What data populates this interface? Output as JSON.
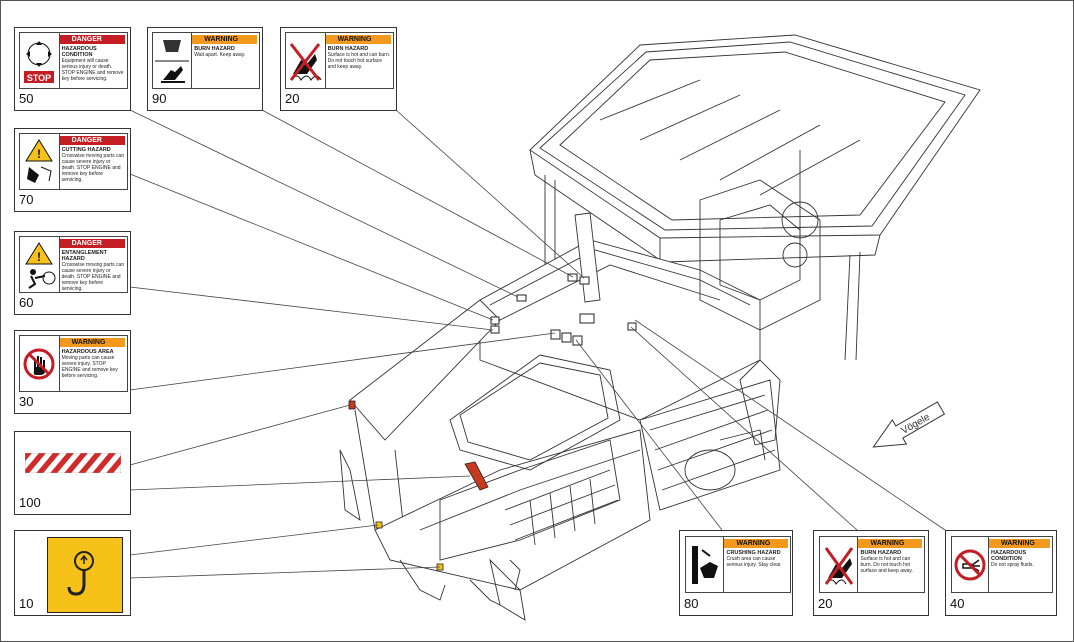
{
  "labels": [
    {
      "number": "50",
      "signal": "DANGER",
      "title": "HAZARDOUS CONDITION",
      "text": "Equipment will cause serious injury or death. STOP ENGINE and remove key before servicing.",
      "symbol_text": "STOP"
    },
    {
      "number": "90",
      "signal": "WARNING",
      "title": "BURN HAZARD",
      "text": "Wait apart. Keep away."
    },
    {
      "number": "20",
      "signal": "WARNING",
      "title": "BURN HAZARD",
      "text": "Surface is hot and can burn. Do not touch hot surface and keep away."
    },
    {
      "number": "70",
      "signal": "DANGER",
      "title": "CUTTING HAZARD",
      "text": "Crosswise moving parts can cause severe injury or death. STOP ENGINE and remove key before servicing."
    },
    {
      "number": "60",
      "signal": "DANGER",
      "title": "ENTANGLEMENT HAZARD",
      "text": "Crosswise moving parts can cause severe injury or death. STOP ENGINE and remove key before servicing."
    },
    {
      "number": "30",
      "signal": "WARNING",
      "title": "HAZARDOUS AREA",
      "text": "Moving parts can cause severe injury. STOP ENGINE and remove key before servicing."
    },
    {
      "number": "100"
    },
    {
      "number": "10"
    },
    {
      "number": "80",
      "signal": "WARNING",
      "title": "CRUSHING HAZARD",
      "text": "Crush area can cause serious injury. Stay clear."
    },
    {
      "number": "20",
      "signal": "WARNING",
      "title": "BURN HAZARD",
      "text": "Surface is hot and can burn. Do not touch hot surface and keep away."
    },
    {
      "number": "40",
      "signal": "WARNING",
      "title": "HAZARDOUS CONDITION",
      "text": "Do not spray fluids."
    }
  ],
  "brand": "Vögele",
  "colors": {
    "danger": "#c41e24",
    "warning": "#f39a1e",
    "yellow": "#f6c21a",
    "stripe": "#d12a2a"
  }
}
